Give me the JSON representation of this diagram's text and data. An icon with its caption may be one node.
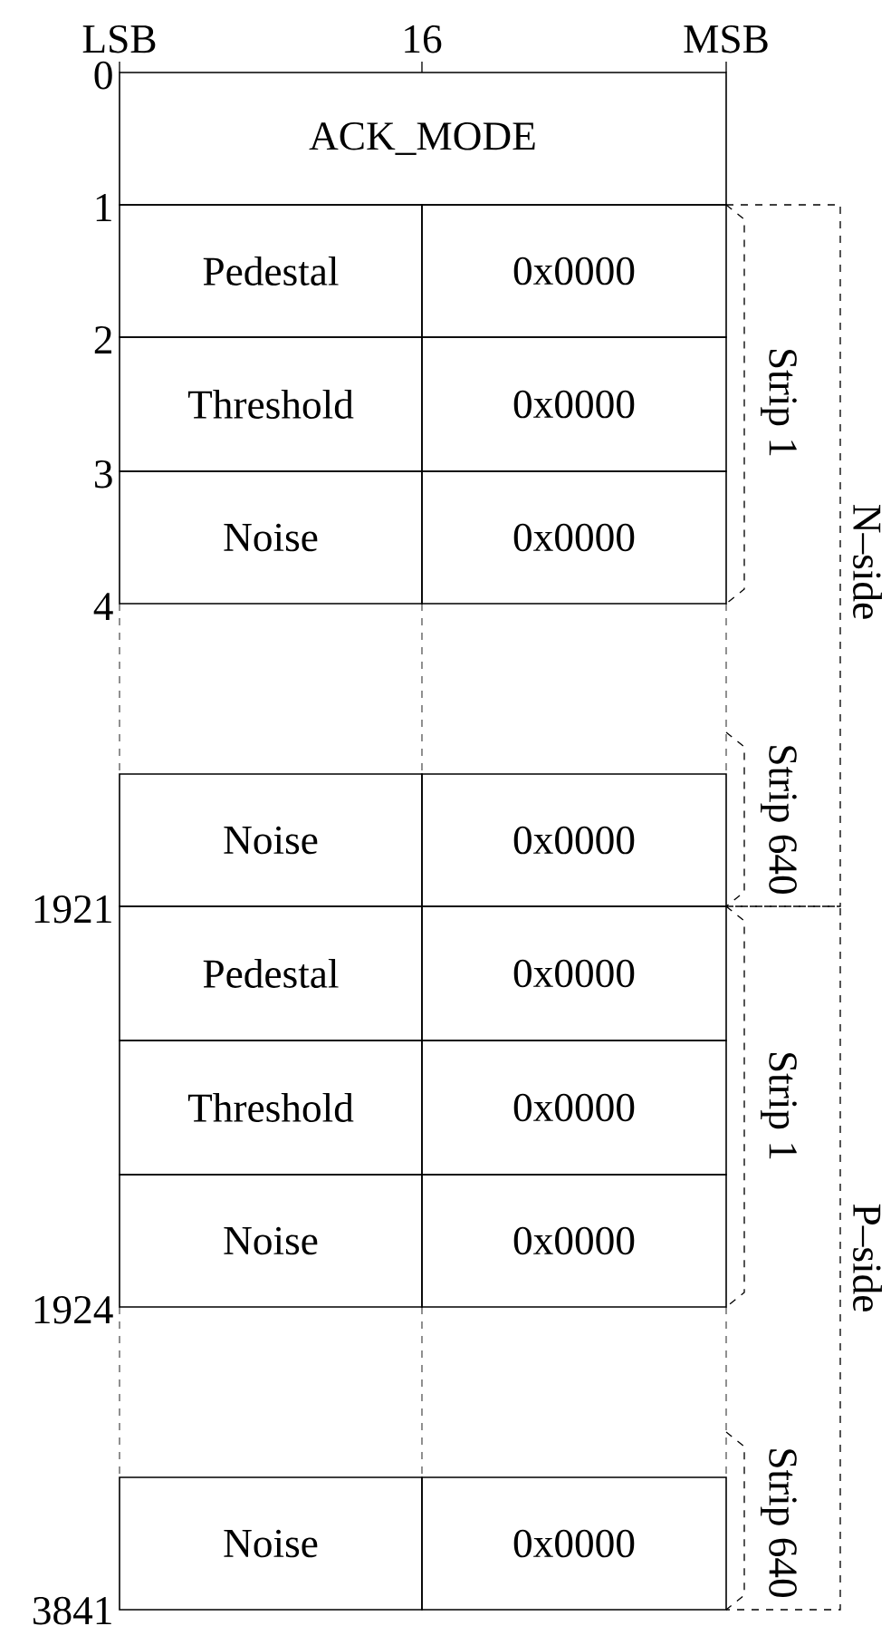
{
  "diagram": {
    "nodes": [
      {
        "text": [
          "ACK_MODE"
        ]
      },
      {
        "text": [
          "Pedestal"
        ]
      },
      {
        "text": [
          "0x0000"
        ]
      },
      {
        "text": [
          "Threshold"
        ]
      },
      {
        "text": [
          "0x0000"
        ]
      },
      {
        "text": [
          "Noise"
        ]
      },
      {
        "text": [
          "0x0000"
        ]
      },
      {
        "text": [
          "Noise"
        ]
      },
      {
        "text": [
          "0x0000"
        ]
      },
      {
        "text": [
          "Pedestal"
        ]
      },
      {
        "text": [
          "0x0000"
        ]
      },
      {
        "text": [
          "Threshold"
        ]
      },
      {
        "text": [
          "0x0000"
        ]
      },
      {
        "text": [
          "Noise"
        ]
      },
      {
        "text": [
          "0x0000"
        ]
      },
      {
        "text": [
          "Noise"
        ]
      },
      {
        "text": [
          "0x0000"
        ]
      }
    ],
    "labels": [
      "LSB",
      "16",
      "MSB",
      "0",
      "1",
      "2",
      "3",
      "4",
      "Strip 1",
      "N–side",
      "Strip 640",
      "1921",
      "Strip 1",
      "P–side",
      "1924",
      "Strip 640",
      "3841"
    ]
  }
}
